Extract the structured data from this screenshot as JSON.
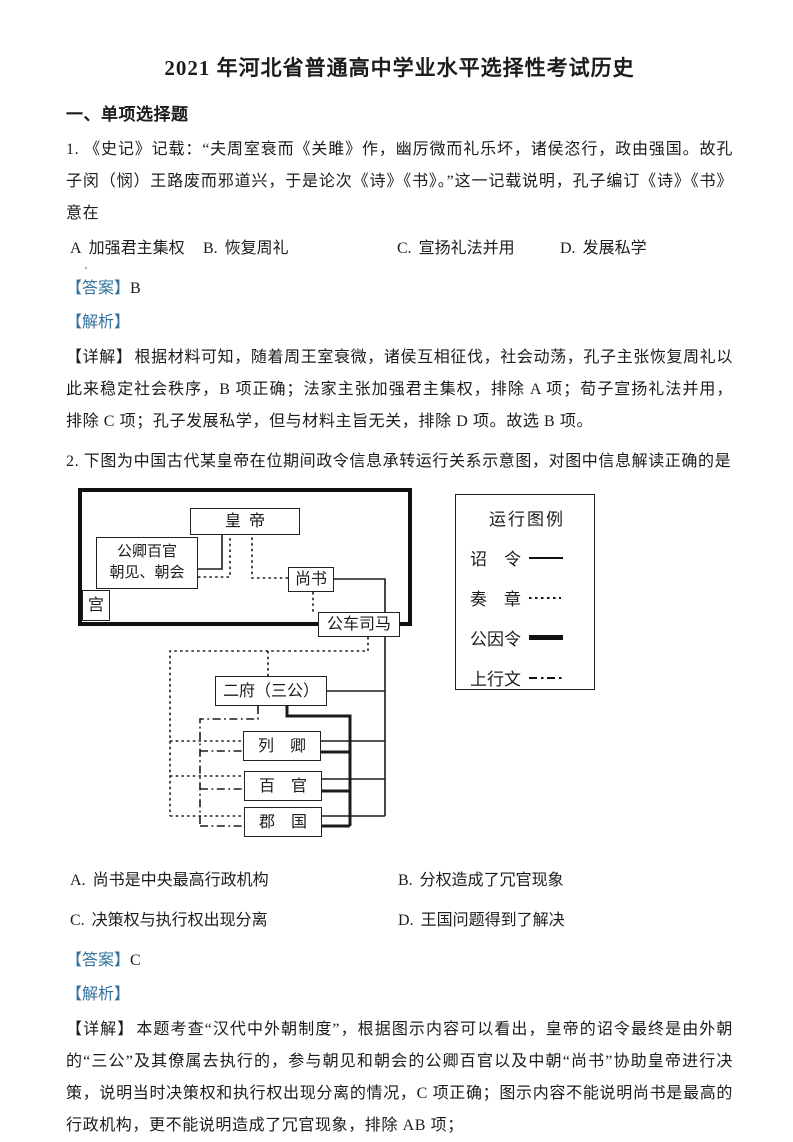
{
  "colors": {
    "accent": "#31719b",
    "ink": "#1c1c1c"
  },
  "doc": {
    "title": "2021 年河北省普通高中学业水平选择性考试历史",
    "section": "一、单项选择题"
  },
  "q1": {
    "stem": "1. 《史记》记载：“夫周室衰而《关雎》作，幽厉微而礼乐坏，诸侯恣行，政由强国。故孔子闵（悯）王路废而邪道兴，于是论次《诗》《书》。”这一记载说明，孔子编订《诗》《书》意在",
    "options": [
      {
        "label": "A",
        "text": "加强君主集权"
      },
      {
        "label": "B.",
        "text": "恢复周礼"
      },
      {
        "label": "C.",
        "text": "宣扬礼法并用"
      },
      {
        "label": "D.",
        "text": "发展私学"
      }
    ],
    "stray_mark": "’",
    "answer_label": "【答案】",
    "answer": "B",
    "analysis_label": "【解析】",
    "detail_label": "【详解】",
    "detail_text": "根据材料可知，随着周王室衰微，诸侯互相征伐，社会动荡，孔子主张恢复周礼以此来稳定社会秩序，B 项正确；法家主张加强君主集权，排除 A 项；荀子宣扬礼法并用，排除 C 项；孔子发展私学，但与材料主旨无关，排除 D 项。故选 B 项。"
  },
  "q2": {
    "stem": "2. 下图为中国古代某皇帝在位期间政令信息承转运行关系示意图，对图中信息解读正确的是",
    "options": [
      {
        "label": "A.",
        "text": "尚书是中央最高行政机构"
      },
      {
        "label": "B.",
        "text": "分权造成了冗官现象"
      },
      {
        "label": "C.",
        "text": "决策权与执行权出现分离"
      },
      {
        "label": "D.",
        "text": "王国问题得到了解决"
      }
    ],
    "answer_label": "【答案】",
    "answer": "C",
    "analysis_label": "【解析】",
    "detail_label": "【详解】",
    "detail_text": "本题考查“汉代中外朝制度”，根据图示内容可以看出，皇帝的诏令最终是由外朝的“三公”及其僚属去执行的，参与朝见和朝会的公卿百官以及中朝“尚书”协助皇帝进行决策，说明当时决策权和执行权出现分离的情况，C 项正确；图示内容不能说明尚书是最高的行政机构，更不能说明造成了冗官现象，排除 AB 项；"
  },
  "diagram": {
    "nodes": {
      "emperor": "皇帝",
      "court_officials": "公卿百官\n朝见、朝会",
      "palace": "宫",
      "shangshu": "尚书",
      "gongche_sima": "公车司马",
      "erfu": "二府（三公）",
      "lieqing": "列　卿",
      "baiguan": "百　官",
      "junguo": "郡　国"
    },
    "legend": {
      "title": "运行图例",
      "items": [
        {
          "label": "诏　令",
          "style": "solid-thin"
        },
        {
          "label": "奏　章",
          "style": "dotted"
        },
        {
          "label": "公因令",
          "style": "solid-thick"
        },
        {
          "label": "上行文",
          "style": "dash-dot"
        }
      ]
    }
  }
}
